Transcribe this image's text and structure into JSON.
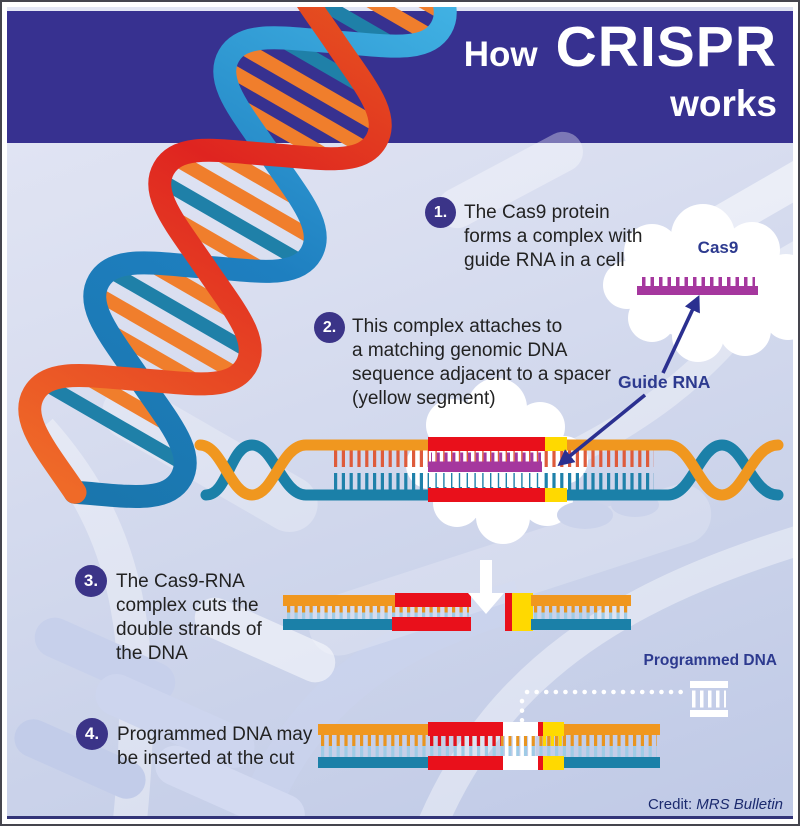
{
  "title": {
    "how": "How",
    "crispr": "CRISPR",
    "works": "works"
  },
  "steps": [
    {
      "num": "1.",
      "text": "The Cas9 protein\nforms a complex with\nguide RNA in a cell"
    },
    {
      "num": "2.",
      "text": "This complex attaches to\na matching genomic DNA\nsequence adjacent to a spacer\n(yellow segment)"
    },
    {
      "num": "3.",
      "text": "The Cas9-RNA\ncomplex cuts the\ndouble strands of\nthe DNA"
    },
    {
      "num": "4.",
      "text": "Programmed DNA may\nbe inserted at the cut"
    }
  ],
  "labels": {
    "cas9": "Cas9",
    "guide_rna": "Guide RNA",
    "programmed_dna": "Programmed DNA"
  },
  "credit": {
    "prefix": "Credit: ",
    "source": "MRS Bulletin"
  },
  "colors": {
    "banner_blue": "#373190",
    "badge_indigo": "#3b3488",
    "strand_orange": "#f0971f",
    "strand_teal": "#1b80a8",
    "target_red": "#e9101b",
    "spacer_yellow": "#ffd900",
    "guide_rna_purple": "#a5379e",
    "label_blue": "#2d3a8f",
    "helix_red": "#e0301f",
    "helix_blue": "#2f9fd6"
  }
}
